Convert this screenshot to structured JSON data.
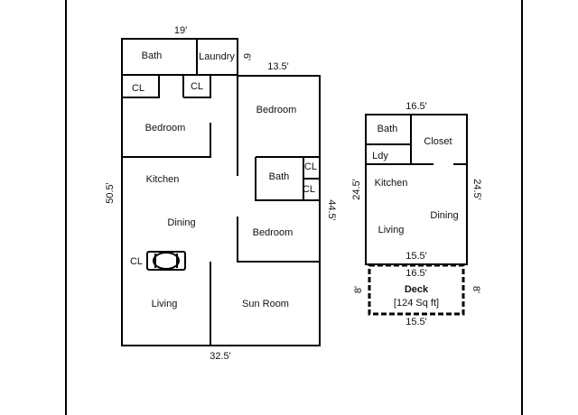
{
  "main_unit": {
    "rooms": {
      "bath_top": "Bath",
      "laundry": "Laundry",
      "closet_left_1": "CL",
      "closet_left_2": "CL",
      "bedroom_left": "Bedroom",
      "bedroom_right_top": "Bedroom",
      "bath_center": "Bath",
      "closet_center_1": "CL",
      "closet_center_2": "CL",
      "kitchen": "Kitchen",
      "dining": "Dining",
      "bedroom_right_bottom": "Bedroom",
      "closet_lower": "CL",
      "living": "Living",
      "sun_room": "Sun Room"
    },
    "dimensions": {
      "top_width": "19'",
      "laundry_offset": "6'",
      "right_top_width": "13.5'",
      "left_height": "50.5'",
      "right_height": "44.5'",
      "bottom_width": "32.5'"
    }
  },
  "small_unit": {
    "rooms": {
      "bath": "Bath",
      "closet": "Closet",
      "laundry": "Ldy",
      "kitchen": "Kitchen",
      "dining": "Dining",
      "living": "Living"
    },
    "dimensions": {
      "top_width": "16.5'",
      "left_height": "24.5'",
      "right_height": "24.5'",
      "bottom_width": "15.5'"
    }
  },
  "deck": {
    "title": "Deck",
    "area": "[124 Sq ft]",
    "top_width": "16.5'",
    "bottom_width": "15.5'",
    "left_depth": "8'",
    "right_depth": "8'"
  }
}
